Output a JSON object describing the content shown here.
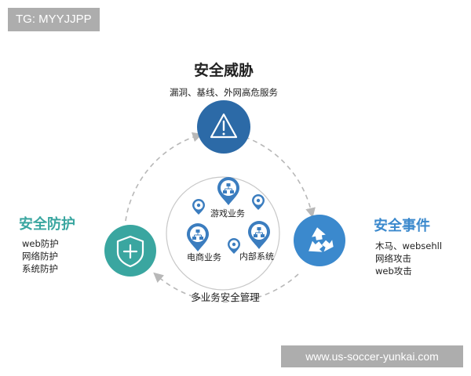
{
  "watermark_top": "TG: MYYJJPP",
  "watermark_bottom": "www.us-soccer-yunkai.com",
  "colors": {
    "blue_dark": "#2c6aa7",
    "blue_light": "#3b89cd",
    "teal": "#3aa6a0",
    "text": "#222222",
    "dash": "#b8b8b8",
    "pin": "#3b7dbf"
  },
  "threat": {
    "title": "安全威胁",
    "subtitle": "漏洞、基线、外网高危服务",
    "icon": "warning-triangle-icon"
  },
  "protect": {
    "title": "安全防护",
    "items": [
      "web防护",
      "网络防护",
      "系统防护"
    ],
    "icon": "shield-plus-icon"
  },
  "event": {
    "title": "安全事件",
    "items": [
      "木马、websehll",
      "网络攻击",
      "web攻击"
    ],
    "icon": "recycle-arrows-icon"
  },
  "center": {
    "caption": "多业务安全管理",
    "pins": [
      {
        "label": "游戏业务"
      },
      {
        "label": "电商业务"
      },
      {
        "label": "内部系统"
      }
    ]
  }
}
